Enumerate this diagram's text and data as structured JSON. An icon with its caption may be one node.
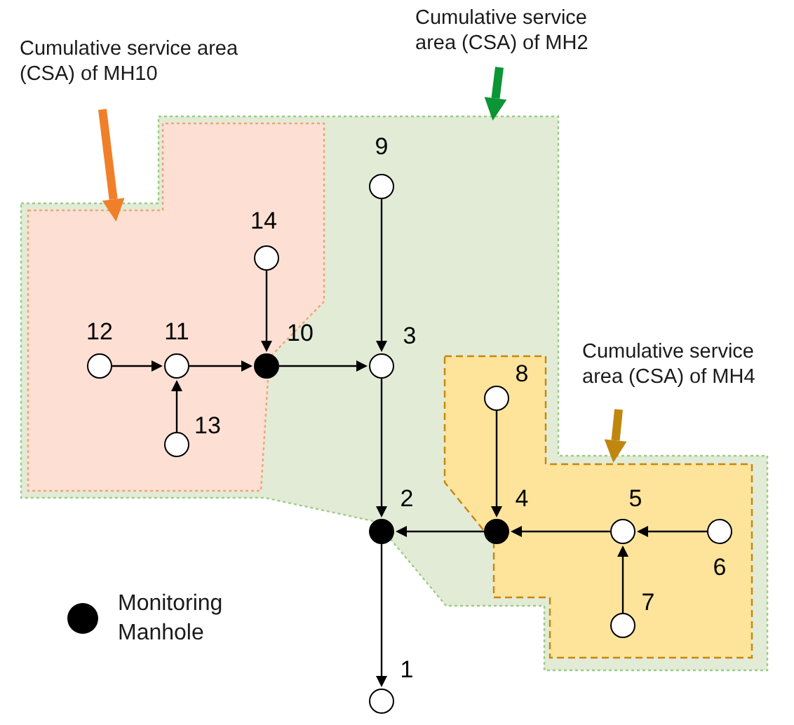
{
  "diagram": {
    "nodes": [
      {
        "text": [
          "Cumulative service area (CSA) of MH10"
        ]
      },
      {
        "text": [
          "Cumulative service area (CSA) of MH2"
        ]
      },
      {
        "text": [],
        "shape": "polygon"
      },
      {
        "text": [],
        "shape": "polygon",
        "in": 2
      },
      {
        "text": [],
        "shape": "circle",
        "beside": [
          "9"
        ],
        "in": 2
      },
      {
        "text": [],
        "shape": "circle",
        "beside": [
          "14"
        ],
        "in": 3
      },
      {
        "text": [],
        "shape": "circle",
        "beside": [
          "12"
        ],
        "in": 3
      },
      {
        "text": [],
        "shape": "circle",
        "beside": [
          "11"
        ],
        "in": 3
      },
      {
        "text": [],
        "shape": "dot",
        "beside": [
          "10"
        ],
        "in": 3
      },
      {
        "text": [],
        "shape": "circle",
        "beside": [
          "3"
        ],
        "in": 2
      },
      {
        "text": [
          "Cumulative service area (CSA) of MH4"
        ]
      },
      {
        "text": [],
        "shape": "polygon",
        "in": 2
      },
      {
        "text": [],
        "shape": "circle",
        "beside": [
          "8"
        ],
        "in": 11
      },
      {
        "text": [],
        "shape": "circle",
        "beside": [
          "13"
        ],
        "in": 3
      },
      {
        "text": [],
        "shape": "dot",
        "beside": [
          "2"
        ],
        "in": 2
      },
      {
        "text": [],
        "shape": "dot",
        "beside": [
          "4"
        ],
        "in": 11
      },
      {
        "text": [],
        "shape": "circle",
        "beside": [
          "5"
        ],
        "in": 11
      },
      {
        "text": [],
        "shape": "circle",
        "beside": [
          "6"
        ],
        "in": 11
      },
      {
        "text": [],
        "shape": "circle",
        "beside": [
          "7"
        ],
        "in": 11
      },
      {
        "text": [],
        "shape": "circle",
        "beside": [
          "1"
        ]
      }
    ],
    "edges": [
      {
        "from": 0,
        "to": 3,
        "arrow": "to",
        "style": "thick",
        "color": "#f07f2a"
      },
      {
        "from": 1,
        "to": 2,
        "arrow": "to",
        "style": "thick",
        "color": "#0b9535"
      },
      {
        "from": 10,
        "to": 11,
        "arrow": "to",
        "style": "thick",
        "color": "#bf870f"
      },
      {
        "from": 6,
        "to": 7,
        "arrow": "to"
      },
      {
        "from": 13,
        "to": 7,
        "arrow": "to"
      },
      {
        "from": 7,
        "to": 8,
        "arrow": "to"
      },
      {
        "from": 5,
        "to": 8,
        "arrow": "to"
      },
      {
        "from": 8,
        "to": 9,
        "arrow": "to"
      },
      {
        "from": 4,
        "to": 9,
        "arrow": "to"
      },
      {
        "from": 9,
        "to": 14,
        "arrow": "to"
      },
      {
        "from": 12,
        "to": 15,
        "arrow": "to"
      },
      {
        "from": 17,
        "to": 16,
        "arrow": "to"
      },
      {
        "from": 18,
        "to": 16,
        "arrow": "to"
      },
      {
        "from": 16,
        "to": 15,
        "arrow": "to"
      },
      {
        "from": 15,
        "to": 14,
        "arrow": "to"
      },
      {
        "from": 14,
        "to": 19,
        "arrow": "to"
      }
    ],
    "legend": [
      {
        "text": "Monitoring Manhole"
      }
    ]
  }
}
